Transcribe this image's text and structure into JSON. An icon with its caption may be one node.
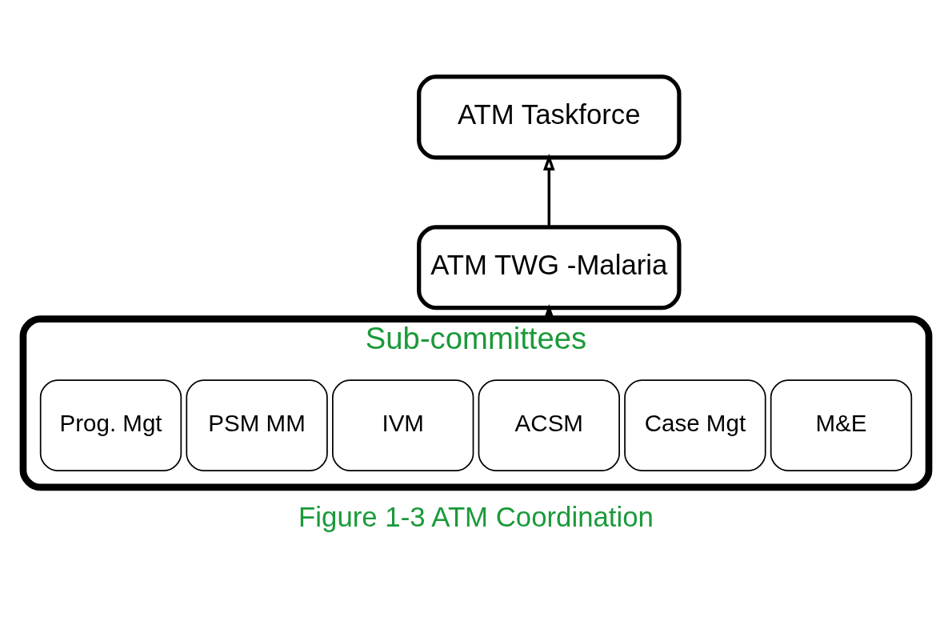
{
  "diagram": {
    "caption": "Figure 1-3 ATM Coordination",
    "nodes": [
      {
        "text": [
          "ATM Taskforce"
        ]
      },
      {
        "text": [
          "ATM TWG -Malaria"
        ]
      },
      {
        "text": [
          "Sub-committees"
        ]
      },
      {
        "text": [
          "Prog. Mgt"
        ],
        "in": 2
      },
      {
        "text": [
          "PSM MM"
        ],
        "in": 2
      },
      {
        "text": [
          "IVM"
        ],
        "in": 2
      },
      {
        "text": [
          "ACSM"
        ],
        "in": 2
      },
      {
        "text": [
          "Case Mgt"
        ],
        "in": 2
      },
      {
        "text": [
          "M&E"
        ],
        "in": 2
      }
    ],
    "edges": [
      {
        "from": 1,
        "to": 0,
        "arrow": "to"
      },
      {
        "from": 2,
        "to": 1,
        "arrow": "to"
      }
    ]
  }
}
